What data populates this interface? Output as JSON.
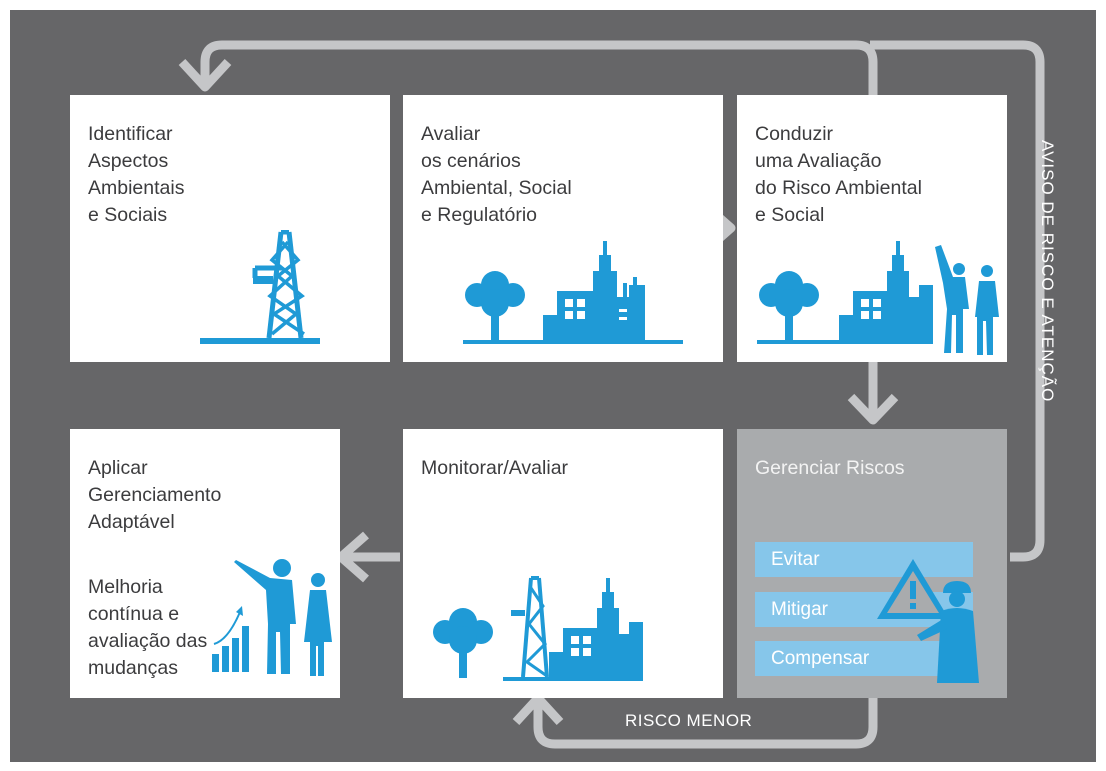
{
  "colors": {
    "background": "#666668",
    "card": "#ffffff",
    "manage_card": "#a9abad",
    "icon_blue": "#1f9ad6",
    "pill": "#86c6ea",
    "arrow": "#c5c6c8"
  },
  "boxes": {
    "identify": {
      "title": "Identificar\nAspectos\nAmbientais\ne Sociais",
      "icon": "drilling-rig-icon"
    },
    "evaluate": {
      "title": "Avaliar\nos cenários\nAmbiental, Social\ne Regulatório",
      "icon": "tree-city-icon"
    },
    "conduct": {
      "title": "Conduzir\numa Avaliação\ndo Risco Ambiental\ne Social",
      "icon": "tree-city-people-icon"
    },
    "apply": {
      "title": "Aplicar\nGerenciamento\nAdaptável",
      "subtitle": "Melhoria\ncontínua e\navaliação das\nmudanças",
      "icon": "presentation-growth-icon"
    },
    "monitor": {
      "title": "Monitorar/Avaliar",
      "icon": "tree-rig-city-icon"
    },
    "manage": {
      "title": "Gerenciar Riscos",
      "options": [
        "Evitar",
        "Mitigar",
        "Compensar"
      ],
      "icon": "warning-worker-icon"
    }
  },
  "plus_symbol": "plus-icon",
  "labels": {
    "loop_right": "AVISO DE RISCO E ATENÇÃO",
    "loop_bottom": "RISCO MENOR"
  }
}
